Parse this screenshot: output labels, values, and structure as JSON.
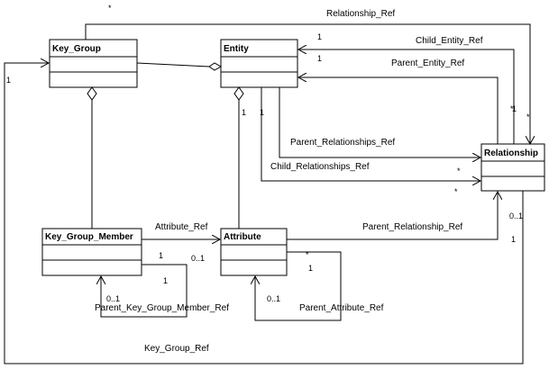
{
  "classes": {
    "key_group": "Key_Group",
    "entity": "Entity",
    "relationship": "Relationship",
    "key_group_member": "Key_Group_Member",
    "attribute": "Attribute"
  },
  "labels": {
    "relationship_ref": "Relationship_Ref",
    "child_entity_ref": "Child_Entity_Ref",
    "parent_entity_ref": "Parent_Entity_Ref",
    "parent_relationships_ref": "Parent_Relationships_Ref",
    "child_relationships_ref": "Child_Relationships_Ref",
    "attribute_ref": "Attribute_Ref",
    "parent_relationship_ref": "Parent_Relationship_Ref",
    "parent_key_group_member_ref": "Parent_Key_Group_Member_Ref",
    "parent_attribute_ref": "Parent_Attribute_Ref",
    "key_group_ref": "Key_Group_Ref"
  },
  "multiplicities": {
    "one": "1",
    "many": "*",
    "zero_one": "0..1"
  }
}
